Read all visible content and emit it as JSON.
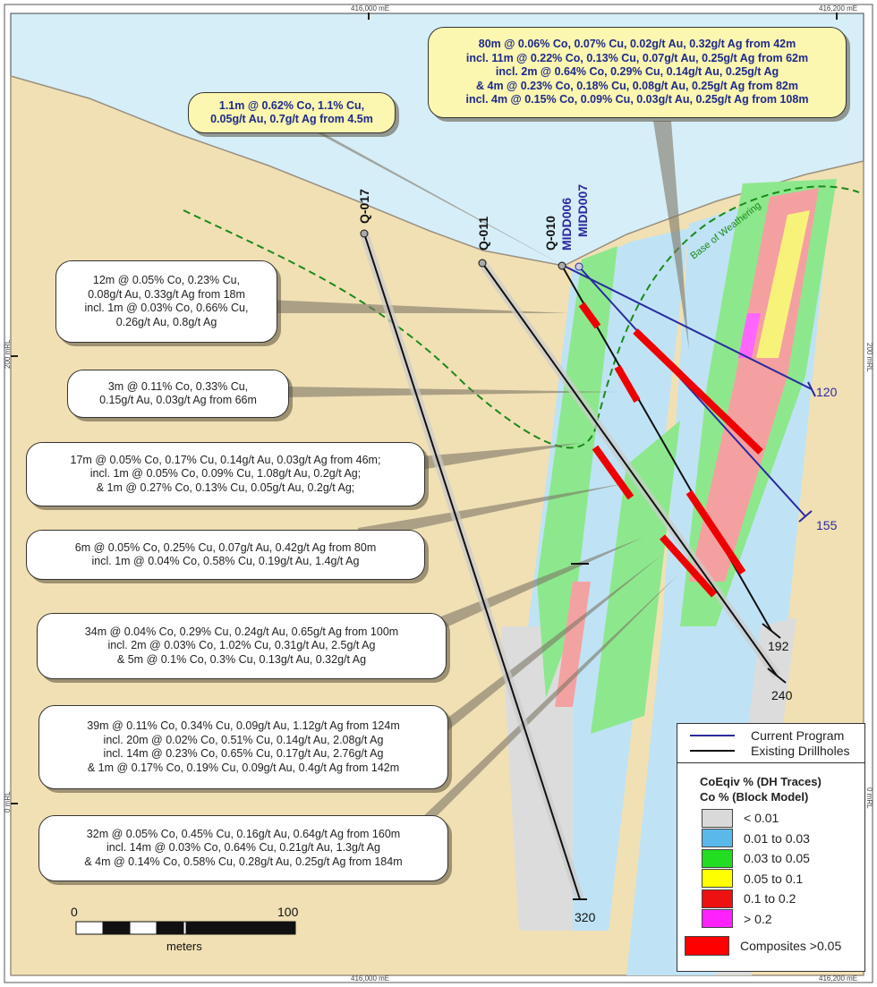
{
  "axes": {
    "east_left": "416,000 mE",
    "east_right": "416,200 mE",
    "rl_200": "200 mRL",
    "rl_0": "0 mRL"
  },
  "drillholes": [
    {
      "id": "Q-017",
      "end_depth": "320",
      "program": "existing"
    },
    {
      "id": "Q-011",
      "end_depth": "240",
      "program": "existing"
    },
    {
      "id": "Q-010",
      "end_depth": "192",
      "program": "existing"
    },
    {
      "id": "MIDD006",
      "end_depth": "120",
      "program": "current"
    },
    {
      "id": "MIDD007",
      "end_depth": "155",
      "program": "current"
    }
  ],
  "base_of_weathering": "Base of Weathering",
  "callouts_yellow": [
    {
      "lines": [
        "1.1m @ 0.62% Co, 1.1% Cu,",
        "0.05g/t Au, 0.7g/t Ag from 4.5m"
      ]
    },
    {
      "lines": [
        "80m @ 0.06% Co, 0.07% Cu, 0.02g/t Au, 0.32g/t Ag from 42m",
        "incl. 11m @ 0.22% Co, 0.13% Cu, 0.07g/t Au, 0.25g/t Ag from 62m",
        "incl. 2m @ 0.64% Co, 0.29% Cu, 0.14g/t Au, 0.25g/t Ag",
        "& 4m @ 0.23% Co, 0.18% Cu, 0.08g/t Au, 0.25g/t Ag from 82m",
        "incl. 4m @ 0.15% Co, 0.09% Cu, 0.03g/t Au, 0.25g/t Ag from 108m"
      ]
    }
  ],
  "callouts": [
    {
      "lines": [
        "12m @ 0.05% Co, 0.23% Cu,",
        "0.08g/t Au, 0.33g/t Ag from 18m",
        "incl. 1m @ 0.03% Co, 0.66% Cu,",
        "0.26g/t Au, 0.8g/t Ag"
      ]
    },
    {
      "lines": [
        "3m @ 0.11% Co, 0.33% Cu,",
        "0.15g/t Au, 0.03g/t Ag from 66m"
      ]
    },
    {
      "lines": [
        "17m @ 0.05% Co, 0.17% Cu, 0.14g/t Au, 0.03g/t Ag from 46m;",
        "incl. 1m @ 0.05% Co, 0.09% Cu, 1.08g/t Au, 0.2g/t Ag;",
        "& 1m @ 0.27% Co, 0.13% Cu, 0.05g/t Au, 0.2g/t Ag;"
      ]
    },
    {
      "lines": [
        "6m @ 0.05% Co, 0.25% Cu, 0.07g/t Au, 0.42g/t Ag from 80m",
        "incl. 1m @ 0.04% Co, 0.58% Cu, 0.19g/t Au, 1.4g/t Ag"
      ]
    },
    {
      "lines": [
        "34m @ 0.04% Co, 0.29% Cu, 0.24g/t Au, 0.65g/t Ag from 100m",
        "incl. 2m @ 0.03% Co, 1.02% Cu, 0.31g/t Au, 2.5g/t Ag",
        "& 5m @ 0.1% Co, 0.3% Cu, 0.13g/t Au, 0.32g/t Ag"
      ]
    },
    {
      "lines": [
        "39m @ 0.11% Co, 0.34% Cu, 0.09g/t Au, 1.12g/t Ag from 124m",
        "incl. 20m @ 0.02% Co, 0.51% Cu, 0.14g/t Au, 2.08g/t Ag",
        "incl. 14m @ 0.23% Co, 0.65% Cu, 0.17g/t Au, 2.76g/t Ag",
        "& 1m @ 0.17% Co, 0.19% Cu, 0.09g/t Au, 0.4g/t Ag from 142m"
      ]
    },
    {
      "lines": [
        "32m @ 0.05% Co, 0.45% Cu, 0.16g/t Au, 0.64g/t Ag from 160m",
        "incl. 14m @ 0.03% Co, 0.64% Cu, 0.21g/t Au, 1.3g/t Ag",
        "& 4m @ 0.14% Co, 0.58% Cu, 0.28g/t Au, 0.25g/t Ag from 184m"
      ]
    }
  ],
  "legend": {
    "lines": [
      {
        "label": "Current Program",
        "color": "#2a2aa0"
      },
      {
        "label": "Existing Drillholes",
        "color": "#111111"
      }
    ],
    "title1": "CoEqiv % (DH Traces)",
    "title2": "Co % (Block Model)",
    "classes": [
      {
        "label": "< 0.01",
        "color": "#d9d9d9"
      },
      {
        "label": "0.01 to 0.03",
        "color": "#5bb8ea"
      },
      {
        "label": "0.03 to 0.05",
        "color": "#22dd22"
      },
      {
        "label": "0.05 to 0.1",
        "color": "#ffff00"
      },
      {
        "label": "0.1 to 0.2",
        "color": "#ee1111"
      },
      {
        "label": "> 0.2",
        "color": "#ff22ff"
      }
    ],
    "composites": {
      "label": "Composites >0.05",
      "color": "#ff0000"
    }
  },
  "scale": {
    "start": "0",
    "end": "100",
    "unit": "meters"
  }
}
